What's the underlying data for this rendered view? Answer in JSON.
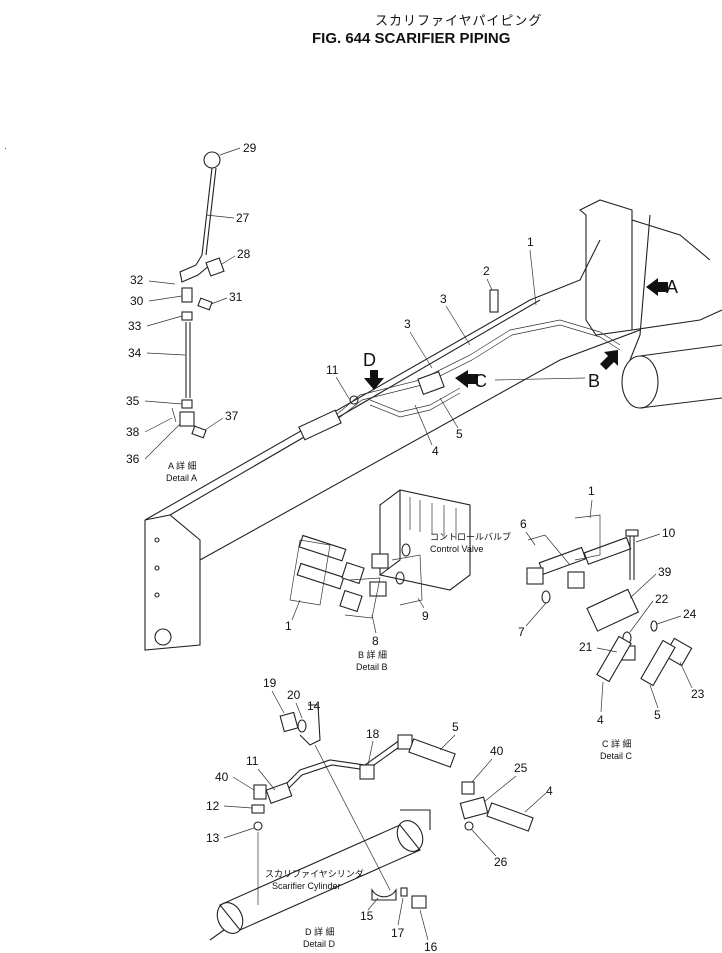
{
  "title_jp": "スカリファイヤパイピング",
  "title": "FIG. 644  SCARIFIER PIPING",
  "views": [
    "A",
    "B",
    "C",
    "D"
  ],
  "captions": {
    "detail_a_jp": "A 詳 細",
    "detail_a": "Detail  A",
    "detail_b_jp": "B 詳 細",
    "detail_b": "Detail  B",
    "detail_c_jp": "C 詳 細",
    "detail_c": "Detail  C",
    "detail_d_jp": "D 詳 細",
    "detail_d": "Detail  D",
    "control_valve_jp": "コントロールバルブ",
    "control_valve": "Control Valve",
    "cylinder_jp": "スカリファイヤシリンダ",
    "cylinder": "Scarifier Cylinder"
  },
  "callouts": {
    "main": [
      "1",
      "2",
      "3",
      "3",
      "11",
      "4",
      "5"
    ],
    "detail_a": [
      "29",
      "27",
      "28",
      "32",
      "30",
      "31",
      "33",
      "34",
      "35",
      "37",
      "38",
      "36"
    ],
    "detail_b": [
      "1",
      "8",
      "9"
    ],
    "detail_c": [
      "1",
      "6",
      "10",
      "39",
      "7",
      "22",
      "24",
      "21",
      "23",
      "4",
      "5"
    ],
    "detail_d": [
      "19",
      "20",
      "14",
      "18",
      "5",
      "11",
      "40",
      "12",
      "13",
      "40",
      "25",
      "4",
      "26",
      "15",
      "17",
      "16"
    ]
  }
}
